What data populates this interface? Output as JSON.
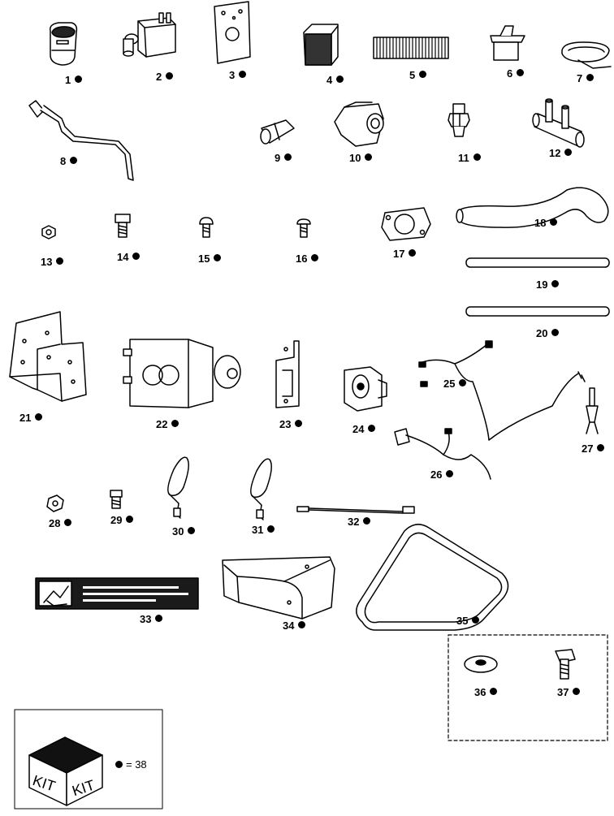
{
  "diagram": {
    "parts": [
      {
        "ref": "1"
      },
      {
        "ref": "2"
      },
      {
        "ref": "3"
      },
      {
        "ref": "4"
      },
      {
        "ref": "5"
      },
      {
        "ref": "6"
      },
      {
        "ref": "7"
      },
      {
        "ref": "8"
      },
      {
        "ref": "9"
      },
      {
        "ref": "10"
      },
      {
        "ref": "11"
      },
      {
        "ref": "12"
      },
      {
        "ref": "13"
      },
      {
        "ref": "14"
      },
      {
        "ref": "15"
      },
      {
        "ref": "16"
      },
      {
        "ref": "17"
      },
      {
        "ref": "18"
      },
      {
        "ref": "19"
      },
      {
        "ref": "20"
      },
      {
        "ref": "21"
      },
      {
        "ref": "22"
      },
      {
        "ref": "23"
      },
      {
        "ref": "24"
      },
      {
        "ref": "25"
      },
      {
        "ref": "26"
      },
      {
        "ref": "27"
      },
      {
        "ref": "28"
      },
      {
        "ref": "29"
      },
      {
        "ref": "30"
      },
      {
        "ref": "31"
      },
      {
        "ref": "32"
      },
      {
        "ref": "33"
      },
      {
        "ref": "34"
      },
      {
        "ref": "35"
      },
      {
        "ref": "36"
      },
      {
        "ref": "37"
      }
    ],
    "kit_legend": {
      "box_word_1": "KIT",
      "box_word_2": "KIT",
      "equals_text": "= 38"
    }
  }
}
